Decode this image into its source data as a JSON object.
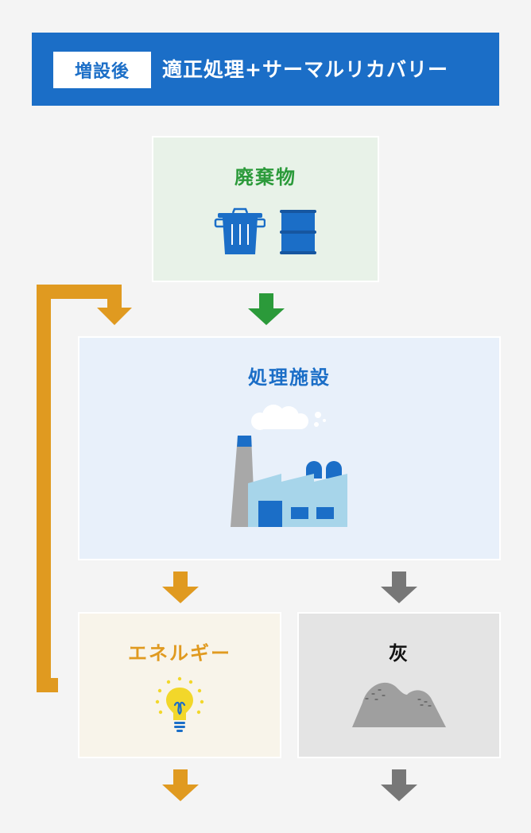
{
  "header": {
    "badge": "増設後",
    "title": "適正処理+サーマルリカバリー"
  },
  "nodes": {
    "waste": {
      "label": "廃棄物"
    },
    "facility": {
      "label": "処理施設"
    },
    "energy": {
      "label": "エネルギー"
    },
    "ash": {
      "label": "灰"
    }
  },
  "colors": {
    "header_bg": "#1b6ec7",
    "waste_accent": "#2b9a3a",
    "facility_accent": "#1b6ec7",
    "energy_accent": "#e09a20",
    "ash_accent": "#777777",
    "recycle_loop": "#e09a20"
  },
  "icons": {
    "waste": [
      "trash-can-icon",
      "oil-drum-icon"
    ],
    "facility": [
      "factory-icon",
      "smoke-cloud-icon"
    ],
    "energy": [
      "light-bulb-icon"
    ],
    "ash": [
      "ash-pile-icon"
    ]
  }
}
